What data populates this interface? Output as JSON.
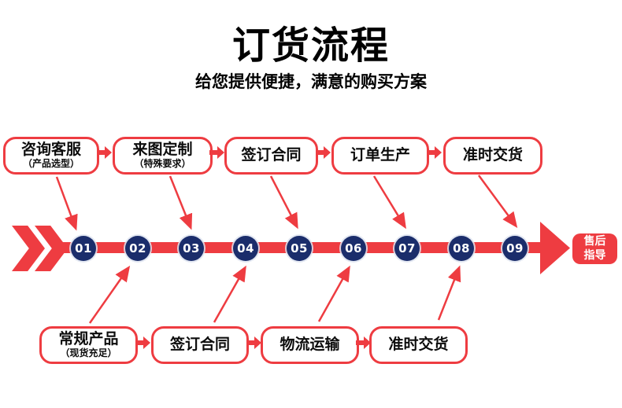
{
  "page": {
    "title": "订货流程",
    "subtitle": "给您提供便捷，满意的购买方案"
  },
  "colors": {
    "accent_red": "#ee3c41",
    "step_navy": "#1b2d6b"
  },
  "top_flow": [
    {
      "label": "咨询客服",
      "sub": "（产品选型）"
    },
    {
      "label": "来图定制",
      "sub": "（特殊要求）"
    },
    {
      "label": "签订合同",
      "sub": ""
    },
    {
      "label": "订单生产",
      "sub": ""
    },
    {
      "label": "准时交货",
      "sub": ""
    }
  ],
  "bottom_flow": [
    {
      "label": "常规产品",
      "sub": "（现货充足）"
    },
    {
      "label": "签订合同",
      "sub": ""
    },
    {
      "label": "物流运输",
      "sub": ""
    },
    {
      "label": "准时交货",
      "sub": ""
    }
  ],
  "timeline": {
    "steps": [
      "01",
      "02",
      "03",
      "04",
      "05",
      "06",
      "07",
      "08",
      "09"
    ],
    "end_label_line1": "售后",
    "end_label_line2": "指导"
  }
}
